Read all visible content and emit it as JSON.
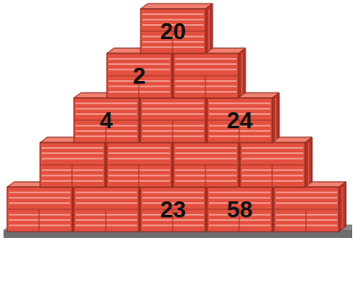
{
  "diagram": {
    "nodes": [
      {
        "text": [
          "20"
        ]
      },
      {
        "text": [
          "2"
        ]
      },
      {
        "text": [
          "4"
        ]
      },
      {
        "text": [
          "24"
        ]
      },
      {
        "text": [
          "23"
        ]
      },
      {
        "text": [
          "58"
        ]
      }
    ]
  }
}
